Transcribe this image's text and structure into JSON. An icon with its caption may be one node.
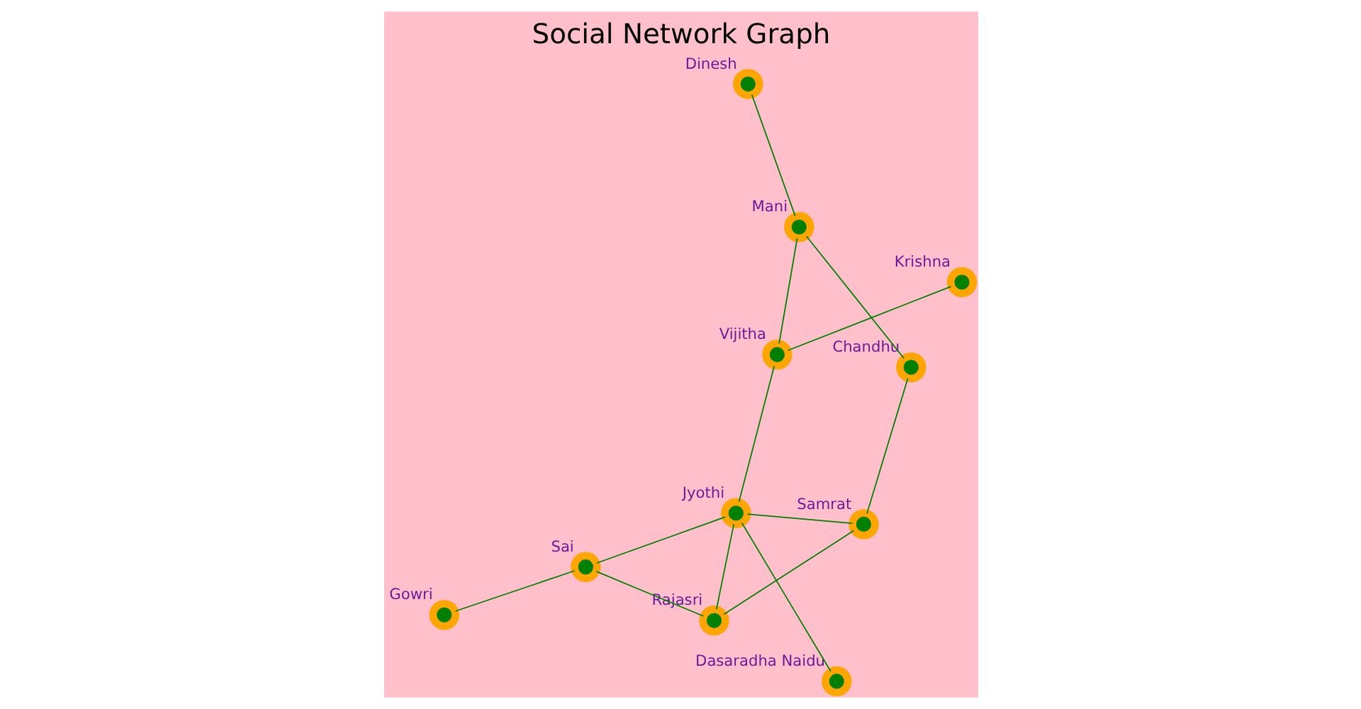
{
  "diagram": {
    "title": "Social Network Graph",
    "nodes": [
      {
        "text": [
          "Dinesh"
        ]
      },
      {
        "text": [
          "Samrat"
        ]
      },
      {
        "text": [
          "Dasaradha Naidu"
        ]
      },
      {
        "text": [
          "Gowri"
        ]
      },
      {
        "text": [
          "Krishna"
        ]
      },
      {
        "text": [
          "Mani"
        ]
      },
      {
        "text": [
          "Sai"
        ]
      },
      {
        "text": [
          "Chandhu"
        ]
      },
      {
        "text": [
          "Vijitha"
        ]
      },
      {
        "text": [
          "Jyothi"
        ]
      },
      {
        "text": [
          "Rajasri"
        ]
      }
    ],
    "edges": [
      {
        "from": 0,
        "to": 5,
        "arrow": "none"
      },
      {
        "from": 5,
        "to": 8,
        "arrow": "none"
      },
      {
        "from": 3,
        "to": 6,
        "arrow": "none"
      },
      {
        "from": 6,
        "to": 9,
        "arrow": "none"
      },
      {
        "from": 6,
        "to": 10,
        "arrow": "none"
      },
      {
        "from": 5,
        "to": 7,
        "arrow": "none"
      },
      {
        "from": 4,
        "to": 8,
        "arrow": "none"
      },
      {
        "from": 1,
        "to": 9,
        "arrow": "none"
      },
      {
        "from": 1,
        "to": 10,
        "arrow": "none"
      },
      {
        "from": 1,
        "to": 7,
        "arrow": "none"
      },
      {
        "from": 2,
        "to": 9,
        "arrow": "none"
      },
      {
        "from": 8,
        "to": 9,
        "arrow": "none"
      },
      {
        "from": 9,
        "to": 10,
        "arrow": "none"
      }
    ]
  }
}
